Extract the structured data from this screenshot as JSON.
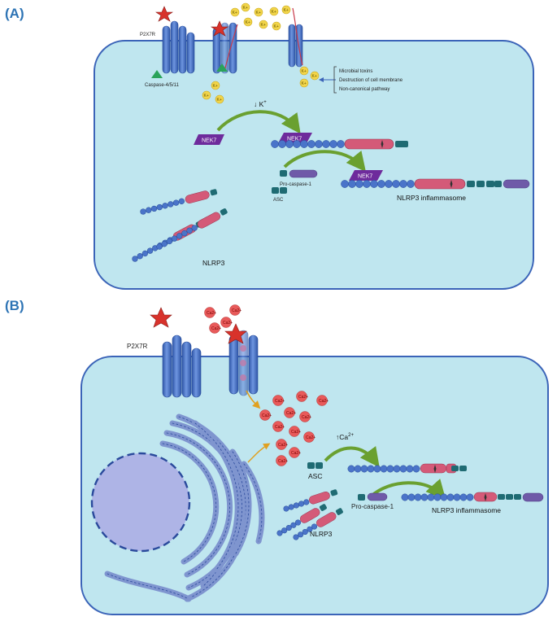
{
  "panel_a": {
    "label": "(A)",
    "receptor": "P2X7R",
    "caspase": "Caspase-4/5/11",
    "k_ion": "K+",
    "triggers": [
      "Microbial toxins",
      "Destruction of cell membrane",
      "Non-canonical pathway"
    ],
    "k_efflux": "↓ K",
    "k_efflux_sup": "+",
    "nek7": "NEK7",
    "pro_caspase": "Pro-caspase-1",
    "asc": "ASC",
    "inflammasome": "NLRP3 inflammasome",
    "nlrp3": "NLRP3"
  },
  "panel_b": {
    "label": "(B)",
    "receptor": "P2X7R",
    "ca_ion": "Ca2+",
    "ca_rise": "↑Ca",
    "ca_rise_sup": "2+",
    "asc": "ASC",
    "pro_caspase": "Pro-caspase-1",
    "inflammasome": "NLRP3 inflammasome",
    "nlrp3": "NLRP3"
  },
  "colors": {
    "cell_fill": "#bfe6ef",
    "cell_stroke": "#3b64b8",
    "receptor": "#4a74c9",
    "nlrp3_bead": "#4a74c9",
    "nacht": "#d45a78",
    "pyd": "#1f6b73",
    "caspase": "#6f5aa8",
    "nek7": "#6e2b9c",
    "arrow_green": "#6aa030",
    "k_ion": "#f2d54a",
    "ca_ion": "#e85a5a",
    "atp_star": "#d8322b",
    "er": "#7f95cf",
    "nucleus": "#aeb4e6"
  }
}
